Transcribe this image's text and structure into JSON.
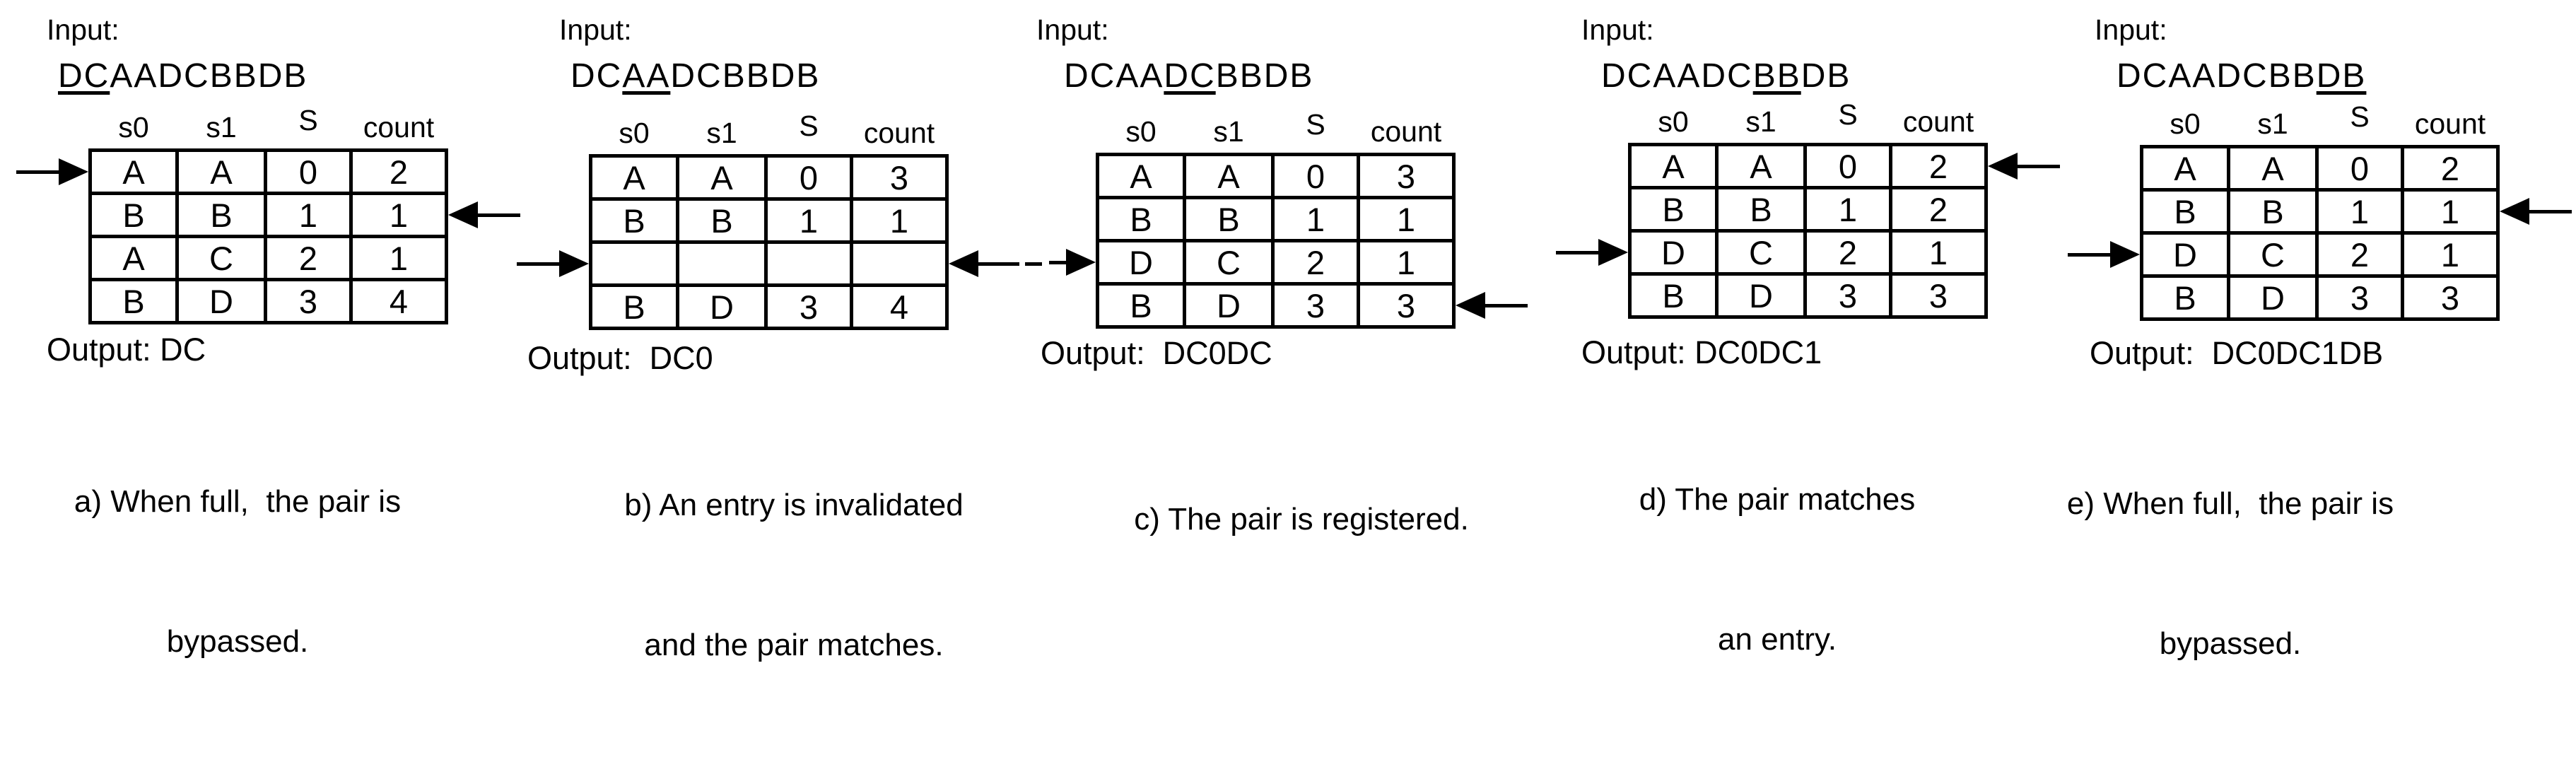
{
  "colors": {
    "ink": "#000000",
    "paper": "#ffffff"
  },
  "figure": {
    "description": "Five-step example of pair-compression table updates",
    "panels": [
      {
        "id": "a",
        "input_label": "Input:",
        "input": {
          "pre": "",
          "underlined": "DC",
          "post": "AADCBBDB"
        },
        "headers": [
          "s0",
          "s1",
          "S",
          "count"
        ],
        "rows": [
          [
            "A",
            "A",
            "0",
            "2"
          ],
          [
            "B",
            "B",
            "1",
            "1"
          ],
          [
            "A",
            "C",
            "2",
            "1"
          ],
          [
            "B",
            "D",
            "3",
            "4"
          ]
        ],
        "arrows": {
          "left_arrow_row": 1,
          "right_arrow_row": 2
        },
        "output": "Output: DC",
        "caption": [
          "a) When full,  the pair is",
          "bypassed."
        ]
      },
      {
        "id": "b",
        "input_label": "Input:",
        "input": {
          "pre": "DC",
          "underlined": "AA",
          "post": "DCBBDB"
        },
        "headers": [
          "s0",
          "s1",
          "S",
          "count"
        ],
        "rows": [
          [
            "A",
            "A",
            "0",
            "3"
          ],
          [
            "B",
            "B",
            "1",
            "1"
          ],
          [
            "",
            "",
            "",
            ""
          ],
          [
            "B",
            "D",
            "3",
            "4"
          ]
        ],
        "arrows": {
          "left_arrow_row": 3,
          "right_arrow_row": 3,
          "right_arrow_dashed": true
        },
        "output": "Output:  DC0",
        "caption": [
          "b) An entry is invalidated",
          "and the pair matches."
        ]
      },
      {
        "id": "c",
        "input_label": "Input:",
        "input": {
          "pre": "DCAA",
          "underlined": "DC",
          "post": "BBDB"
        },
        "headers": [
          "s0",
          "s1",
          "S",
          "count"
        ],
        "rows": [
          [
            "A",
            "A",
            "0",
            "3"
          ],
          [
            "B",
            "B",
            "1",
            "1"
          ],
          [
            "D",
            "C",
            "2",
            "1"
          ],
          [
            "B",
            "D",
            "3",
            "3"
          ]
        ],
        "arrows": {
          "left_arrow_row": 3,
          "left_arrow_dashed": true,
          "right_arrow_row": 4
        },
        "output": "Output:  DC0DC",
        "caption": [
          "c) The pair is registered."
        ]
      },
      {
        "id": "d",
        "input_label": "Input:",
        "input": {
          "pre": "DCAADC",
          "underlined": "BB",
          "post": "DB"
        },
        "headers": [
          "s0",
          "s1",
          "S",
          "count"
        ],
        "rows": [
          [
            "A",
            "A",
            "0",
            "2"
          ],
          [
            "B",
            "B",
            "1",
            "2"
          ],
          [
            "D",
            "C",
            "2",
            "1"
          ],
          [
            "B",
            "D",
            "3",
            "3"
          ]
        ],
        "arrows": {
          "left_arrow_row": 3,
          "right_arrow_row": 1
        },
        "output": "Output: DC0DC1",
        "caption": [
          "d) The pair matches",
          "an entry."
        ]
      },
      {
        "id": "e",
        "input_label": "Input:",
        "input": {
          "pre": "DCAADCBB",
          "underlined": "DB",
          "post": ""
        },
        "headers": [
          "s0",
          "s1",
          "S",
          "count"
        ],
        "rows": [
          [
            "A",
            "A",
            "0",
            "2"
          ],
          [
            "B",
            "B",
            "1",
            "1"
          ],
          [
            "D",
            "C",
            "2",
            "1"
          ],
          [
            "B",
            "D",
            "3",
            "3"
          ]
        ],
        "arrows": {
          "left_arrow_row": 3,
          "right_arrow_row": 2
        },
        "output": "Output:  DC0DC1DB",
        "caption": [
          "e) When full,  the pair is",
          "bypassed."
        ]
      }
    ]
  }
}
